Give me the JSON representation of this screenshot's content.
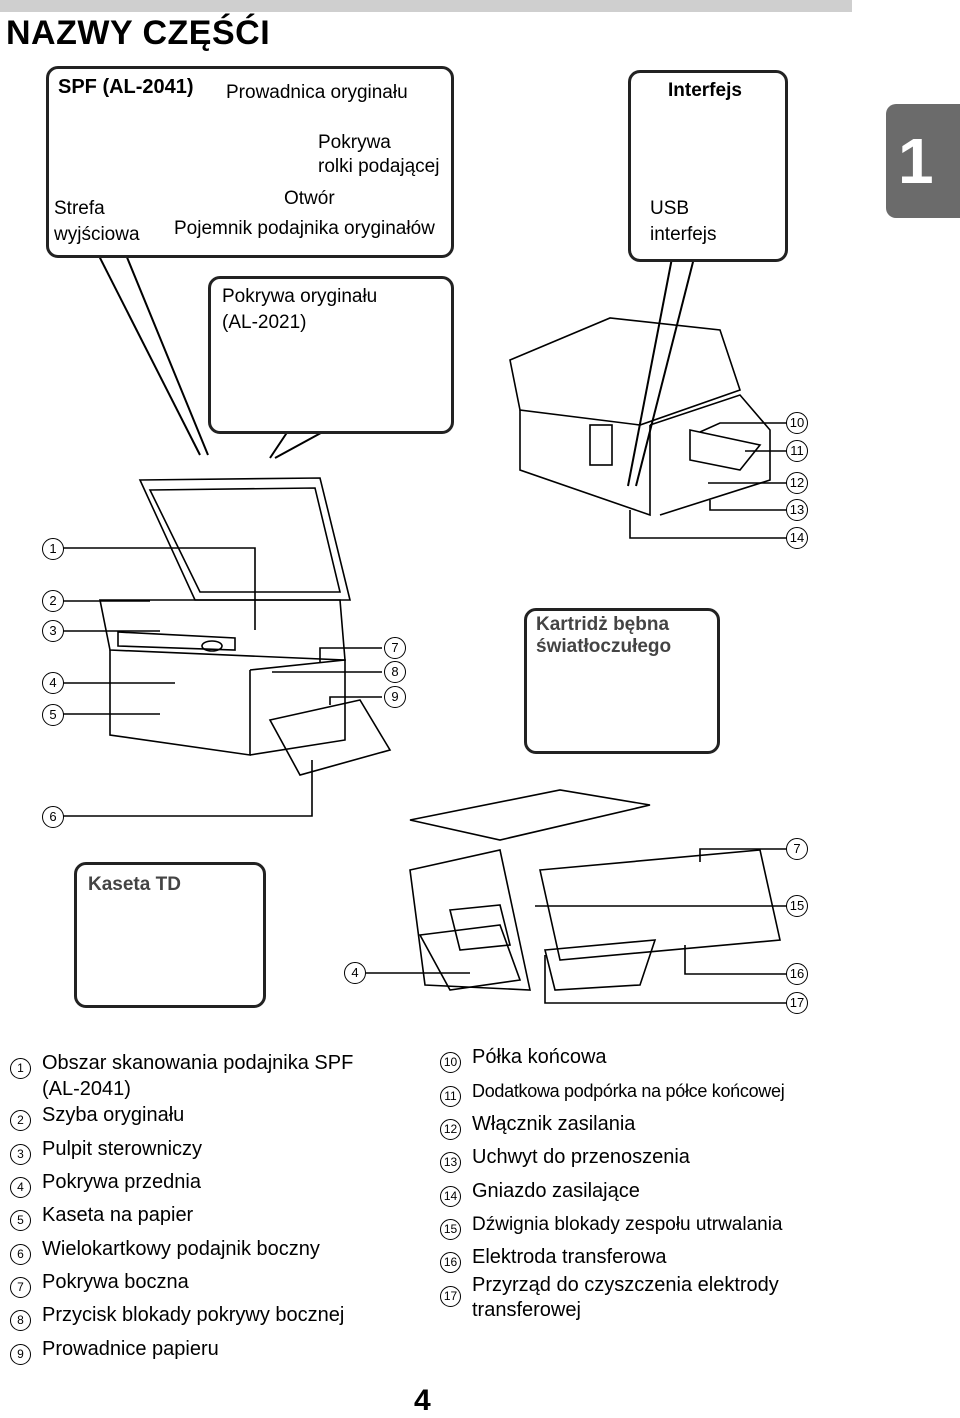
{
  "title": "NAZWY CZĘŚĆI",
  "chapter": "1",
  "page_number": "4",
  "callouts": {
    "spf": {
      "heading": "SPF (AL-2041)",
      "guide": "Prowadnica oryginału",
      "roller_cover_1": "Pokrywa",
      "roller_cover_2": "rolki podającej",
      "slot": "Otwór",
      "output_1": "Strefa",
      "output_2": "wyjściowa",
      "tray": "Pojemnik podajnika oryginałów"
    },
    "interface": {
      "heading": "Interfejs",
      "usb_1": "USB",
      "usb_2": "interfejs"
    },
    "cover": {
      "line_1": "Pokrywa oryginału",
      "line_2": "(AL-2021)"
    },
    "drum": {
      "line_1": "Kartridż bębna",
      "line_2": "światłoczułego"
    },
    "td": {
      "heading": "Kaseta TD"
    }
  },
  "markers": [
    "1",
    "2",
    "3",
    "4",
    "5",
    "6",
    "7",
    "8",
    "9",
    "10",
    "11",
    "12",
    "13",
    "14",
    "15",
    "16",
    "17"
  ],
  "legend_left": [
    {
      "n": "1",
      "text": "Obszar skanowania podajnika SPF",
      "text2": "(AL-2041)"
    },
    {
      "n": "2",
      "text": "Szyba oryginału"
    },
    {
      "n": "3",
      "text": "Pulpit sterowniczy"
    },
    {
      "n": "4",
      "text": "Pokrywa przednia"
    },
    {
      "n": "5",
      "text": "Kaseta na papier"
    },
    {
      "n": "6",
      "text": "Wielokartkowy podajnik boczny"
    },
    {
      "n": "7",
      "text": "Pokrywa boczna"
    },
    {
      "n": "8",
      "text": "Przycisk blokady pokrywy bocznej"
    },
    {
      "n": "9",
      "text": "Prowadnice papieru"
    }
  ],
  "legend_right": [
    {
      "n": "10",
      "text": "Półka końcowa"
    },
    {
      "n": "11",
      "text": "Dodatkowa podpórka na półce końcowej"
    },
    {
      "n": "12",
      "text": "Włącznik zasilania"
    },
    {
      "n": "13",
      "text": "Uchwyt do przenoszenia"
    },
    {
      "n": "14",
      "text": "Gniazdo zasilające"
    },
    {
      "n": "15",
      "text": "Dźwignia blokady zespołu utrwalania"
    },
    {
      "n": "16",
      "text": "Elektroda transferowa"
    },
    {
      "n": "17",
      "text": "Przyrząd do czyszczenia elektrody",
      "text2": "transferowej"
    }
  ]
}
